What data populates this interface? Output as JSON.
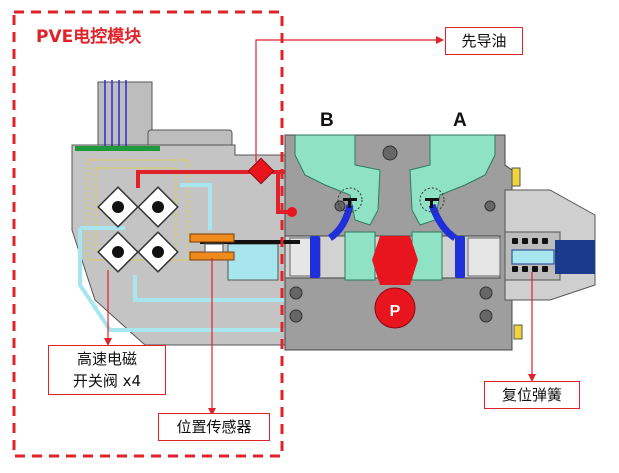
{
  "title": "PVE电控模块",
  "labels": {
    "pilot_oil": "先导油",
    "solenoid_line1": "高速电磁",
    "solenoid_line2": "开关阀 x4",
    "position_sensor": "位置传感器",
    "return_spring": "复位弹簧"
  },
  "ports": {
    "b": "B",
    "a": "A",
    "p": "P"
  },
  "colors": {
    "accent_red": "#e0232a",
    "body_gray": "#c8c8c8",
    "valve_gray": "#9a9a9a",
    "cyan": "#a8e6ef",
    "mint": "#8fe3c4",
    "blue": "#1f2fd9",
    "pump_red": "#e8141e",
    "spring_blue": "#1a3a8c",
    "sensor_orange": "#f08a1c"
  }
}
